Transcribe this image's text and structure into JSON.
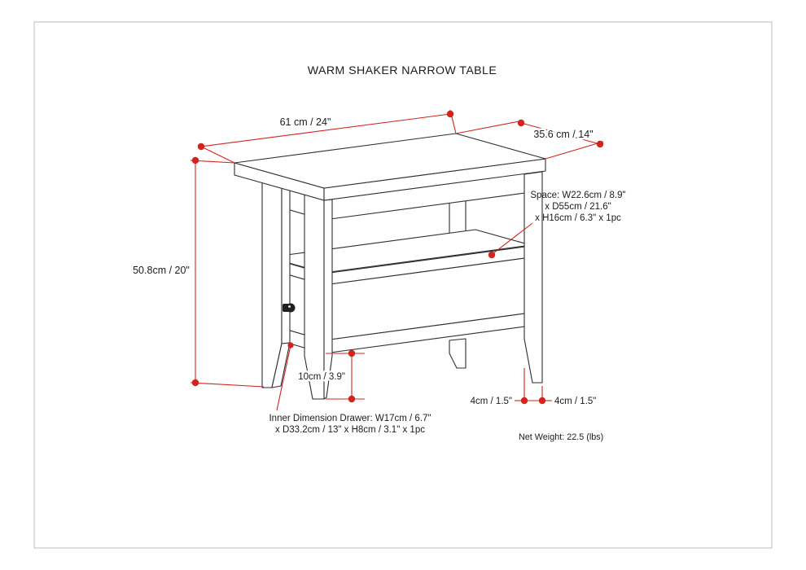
{
  "page": {
    "title": "WARM SHAKER NARROW TABLE",
    "net_weight": "Net Weight:  22.5 (lbs)"
  },
  "colors": {
    "dimension_red": "#d2241c",
    "drawing_line": "#2e2e2e",
    "border_gray": "#bdbdbd"
  },
  "dimensions": {
    "top_width": "61 cm / 24\"",
    "top_depth": "35.6 cm / 14\"",
    "height": "50.8cm / 20\"",
    "leg_height": "10cm / 3.9\"",
    "leg_thickness_left": "4cm / 1.5\"",
    "leg_thickness_right": "4cm / 1.5\"",
    "shelf_space": {
      "line1": "Space: W22.6cm / 8.9\"",
      "line2": "x D55cm / 21.6\"",
      "line3": "x H16cm / 6.3\" x 1pc"
    },
    "drawer": {
      "line1": "Inner Dimension Drawer: W17cm / 6.7\"",
      "line2": "x D33.2cm / 13\" x H8cm / 3.1\" x 1pc"
    }
  }
}
